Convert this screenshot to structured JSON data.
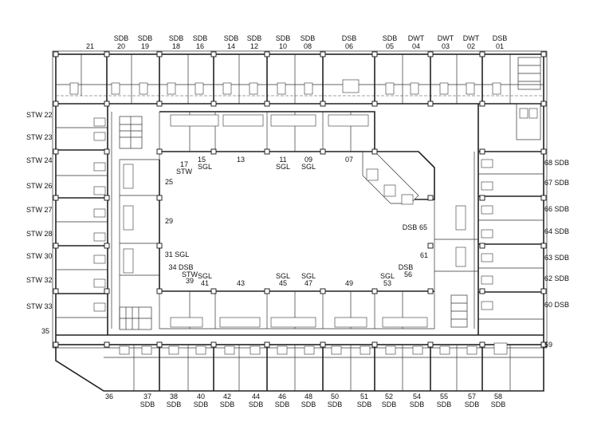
{
  "top_units": [
    {
      "type": "",
      "num": "21"
    },
    {
      "type": "SDB",
      "num": "20"
    },
    {
      "type": "SDB",
      "num": "19"
    },
    {
      "type": "SDB",
      "num": "18"
    },
    {
      "type": "SDB",
      "num": "16"
    },
    {
      "type": "SDB",
      "num": "14"
    },
    {
      "type": "SDB",
      "num": "12"
    },
    {
      "type": "SDB",
      "num": "10"
    },
    {
      "type": "SDB",
      "num": "08"
    },
    {
      "type": "DSB",
      "num": "06"
    },
    {
      "type": "SDB",
      "num": "05"
    },
    {
      "type": "DWT",
      "num": "04"
    },
    {
      "type": "DWT",
      "num": "03"
    },
    {
      "type": "DWT",
      "num": "02"
    },
    {
      "type": "DSB",
      "num": "01"
    }
  ],
  "left_units": [
    "STW 22",
    "STW 23",
    "STW 24",
    "STW 26",
    "STW 27",
    "STW 28",
    "STW 30",
    "STW 32",
    "STW 33",
    "35"
  ],
  "right_units": [
    "68 SDB",
    "67 SDB",
    "66 SDB",
    "64 SDB",
    "63 SDB",
    "62 SDB",
    "60 DSB",
    "59"
  ],
  "bottom_units": [
    {
      "num": "36",
      "type": ""
    },
    {
      "num": "37",
      "type": "SDB"
    },
    {
      "num": "38",
      "type": "SDB"
    },
    {
      "num": "40",
      "type": "SDB"
    },
    {
      "num": "42",
      "type": "SDB"
    },
    {
      "num": "44",
      "type": "SDB"
    },
    {
      "num": "46",
      "type": "SDB"
    },
    {
      "num": "48",
      "type": "SDB"
    },
    {
      "num": "50",
      "type": "SDB"
    },
    {
      "num": "51",
      "type": "SDB"
    },
    {
      "num": "52",
      "type": "SDB"
    },
    {
      "num": "54",
      "type": "SDB"
    },
    {
      "num": "55",
      "type": "SDB"
    },
    {
      "num": "57",
      "type": "SDB"
    },
    {
      "num": "58",
      "type": "SDB"
    }
  ],
  "inner_labels": [
    {
      "text": "15"
    },
    {
      "text": "SGL"
    },
    {
      "text": "13"
    },
    {
      "text": "11"
    },
    {
      "text": "SGL"
    },
    {
      "text": "09"
    },
    {
      "text": "SGL"
    },
    {
      "text": "07"
    },
    {
      "text": "17"
    },
    {
      "text": "STW"
    },
    {
      "text": "25"
    },
    {
      "text": "29"
    },
    {
      "text": "31 SGL"
    },
    {
      "text": "34 DSB"
    },
    {
      "text": "STW"
    },
    {
      "text": "39"
    },
    {
      "text": "SGL"
    },
    {
      "text": "41"
    },
    {
      "text": "43"
    },
    {
      "text": "SGL"
    },
    {
      "text": "45"
    },
    {
      "text": "SGL"
    },
    {
      "text": "47"
    },
    {
      "text": "49"
    },
    {
      "text": "SGL"
    },
    {
      "text": "53"
    },
    {
      "text": "DSB"
    },
    {
      "text": "56"
    },
    {
      "text": "61"
    },
    {
      "text": "DSB"
    },
    {
      "text": "65"
    }
  ]
}
